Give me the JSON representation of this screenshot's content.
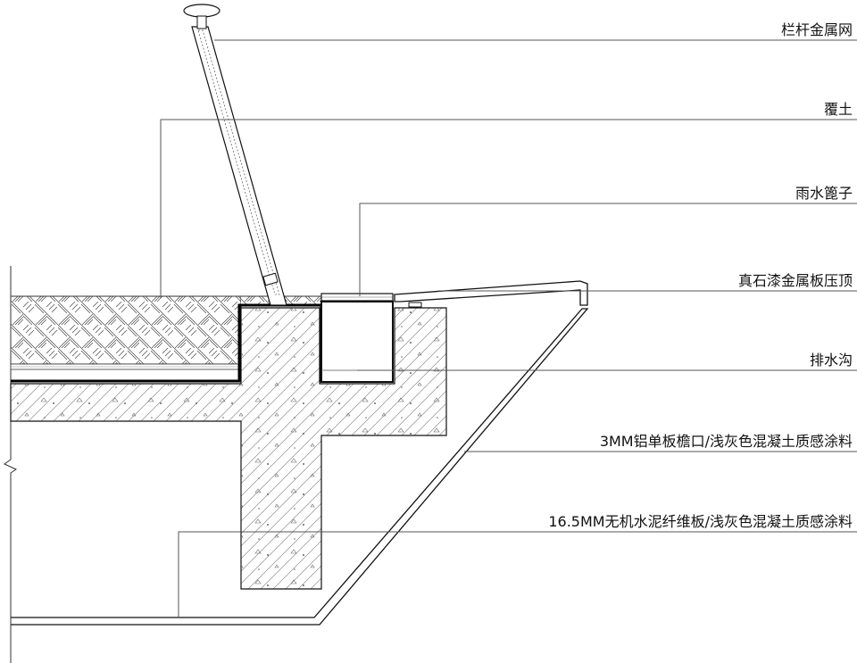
{
  "labels": {
    "railing_mesh": "栏杆金属网",
    "soil_cover": "覆土",
    "rain_grate": "雨水篦子",
    "coping": "真石漆金属板压顶",
    "drain_channel": "排水沟",
    "eave": "3MM铝单板檐口/浅灰色混凝土质感涂料",
    "soffit": "16.5MM无机水泥纤维板/浅灰色混凝土质感涂料"
  }
}
